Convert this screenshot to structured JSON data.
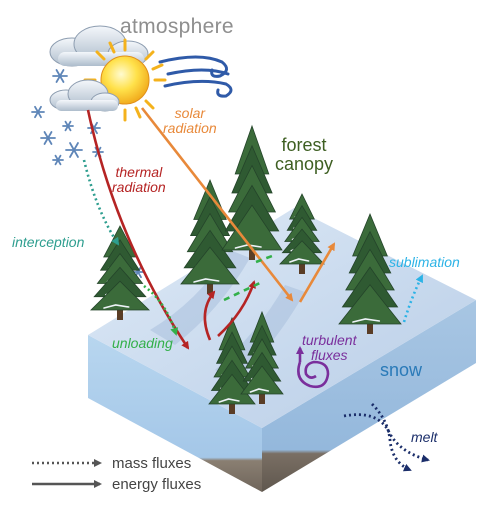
{
  "labels": {
    "atmosphere": "atmosphere",
    "solar_radiation_line1": "solar",
    "solar_radiation_line2": "radiation",
    "thermal_radiation_line1": "thermal",
    "thermal_radiation_line2": "radiation",
    "forest_canopy_line1": "forest",
    "forest_canopy_line2": "canopy",
    "interception": "interception",
    "sublimation": "sublimation",
    "unloading": "unloading",
    "turbulent_fluxes_line1": "turbulent",
    "turbulent_fluxes_line2": "fluxes",
    "snow": "snow",
    "melt": "melt"
  },
  "legend": {
    "mass_fluxes": "mass fluxes",
    "energy_fluxes": "energy fluxes"
  },
  "colors": {
    "solar_radiation": "#e8893a",
    "thermal_radiation": "#b52424",
    "interception": "#2e9e8f",
    "sublimation": "#2cb3e6",
    "unloading": "#33b04a",
    "turbulent_fluxes": "#7a2f9c",
    "melt": "#1b2e6a",
    "snow_label": "#2a7ab8",
    "forest_canopy_label": "#3e5f22"
  }
}
